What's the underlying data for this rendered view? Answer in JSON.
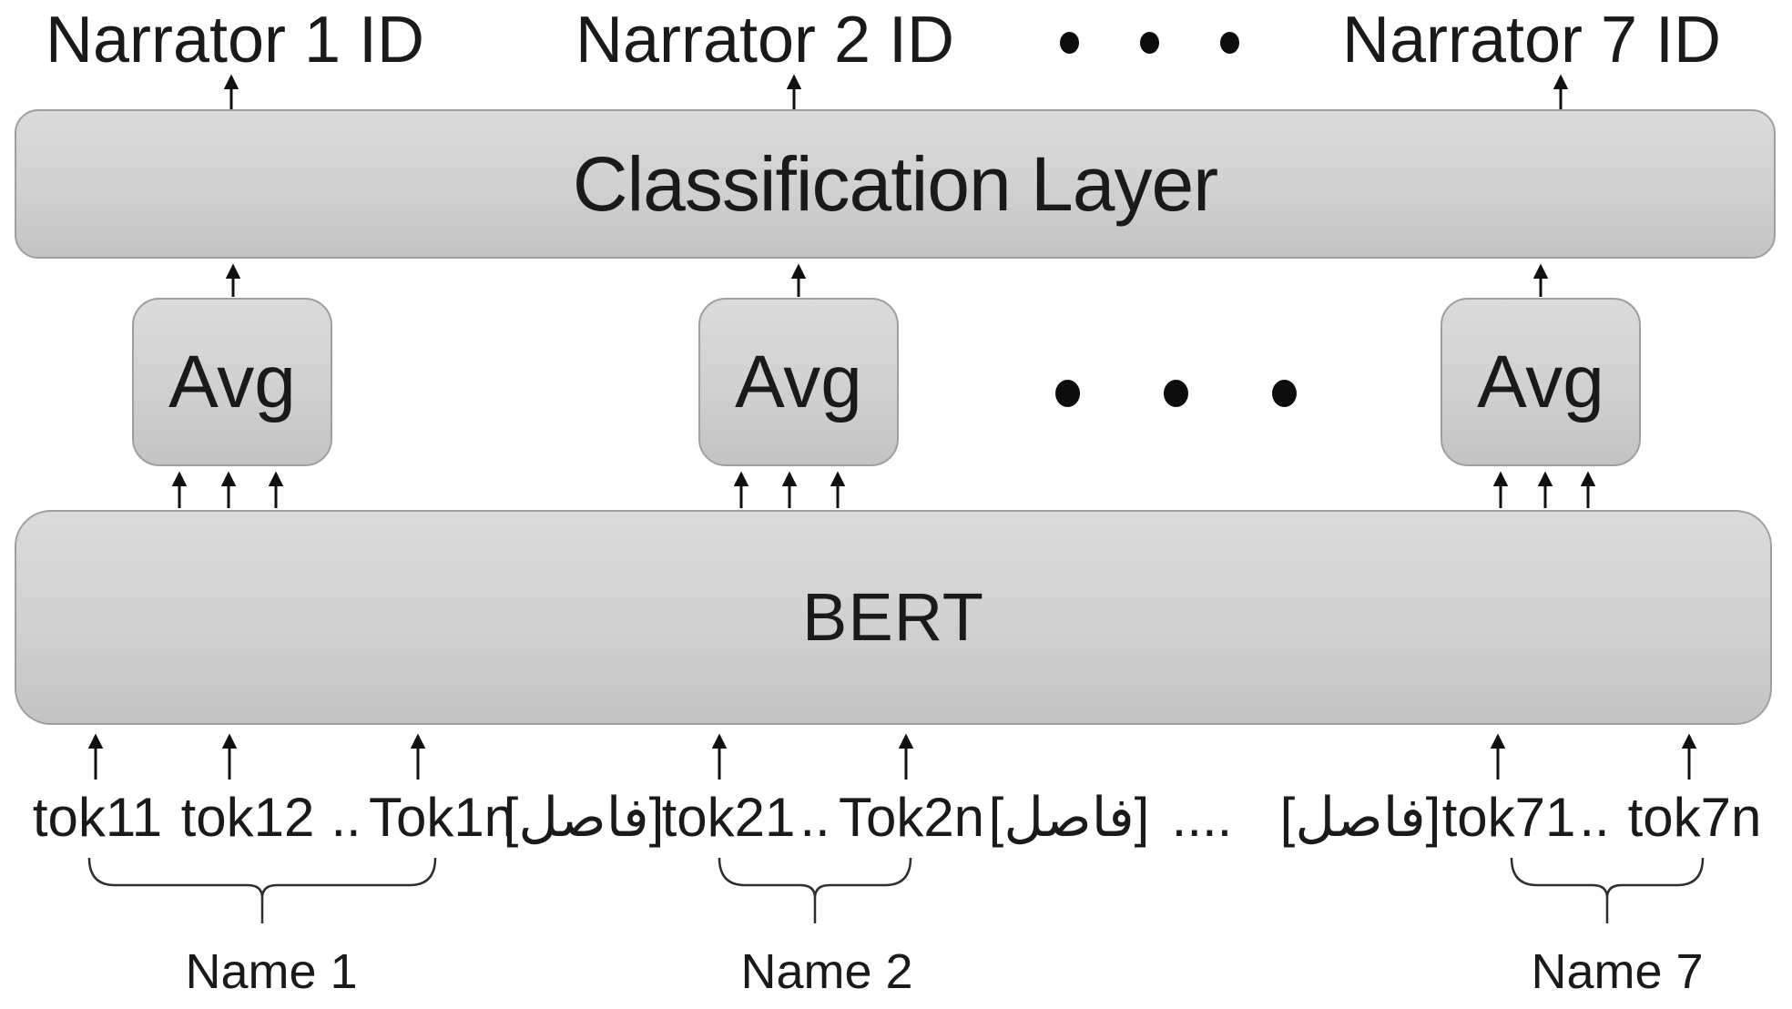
{
  "figure": {
    "outputs": {
      "labels": [
        "Narrator 1 ID",
        "Narrator 2 ID",
        "Narrator 7 ID"
      ],
      "ellipsis": "..."
    },
    "layers": {
      "classification": "Classification Layer",
      "pooling": [
        "Avg",
        "Avg",
        "Avg"
      ],
      "pooling_ellipsis": "...",
      "encoder": "BERT"
    },
    "input": {
      "tokens": [
        "tok11",
        "tok12",
        "..",
        "Tok1n",
        "[فاصل]",
        "tok21",
        "..",
        "Tok2n",
        "[فاصل]",
        "....",
        "[فاصل]",
        "tok71",
        "..",
        "tok7n"
      ],
      "group_labels": [
        "Name 1",
        "Name 2",
        "Name 7"
      ]
    },
    "colors": {
      "background": "#ffffff",
      "box_fill_top": "#dbdbdb",
      "box_fill_bottom": "#c3c3c3",
      "box_border": "#9f9f9f",
      "text": "#1a1a1a",
      "arrow": "#111111"
    }
  }
}
